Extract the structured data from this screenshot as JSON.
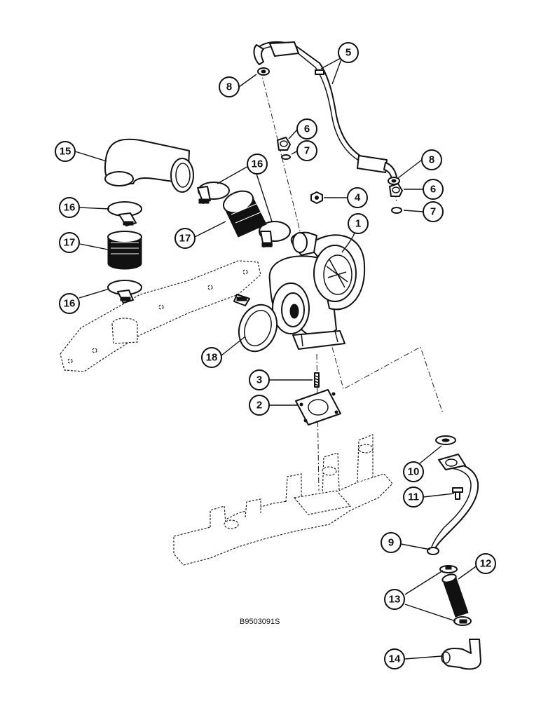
{
  "figure_code": "B9503091S",
  "callouts": {
    "c1": "1",
    "c2": "2",
    "c3": "3",
    "c4": "4",
    "c5": "5",
    "c6a": "6",
    "c6b": "6",
    "c7a": "7",
    "c7b": "7",
    "c8a": "8",
    "c8b": "8",
    "c9": "9",
    "c10": "10",
    "c11": "11",
    "c12": "12",
    "c13": "13",
    "c14": "14",
    "c15": "15",
    "c16a": "16",
    "c16b": "16",
    "c16c": "16",
    "c17a": "17",
    "c17b": "17",
    "c18": "18"
  }
}
